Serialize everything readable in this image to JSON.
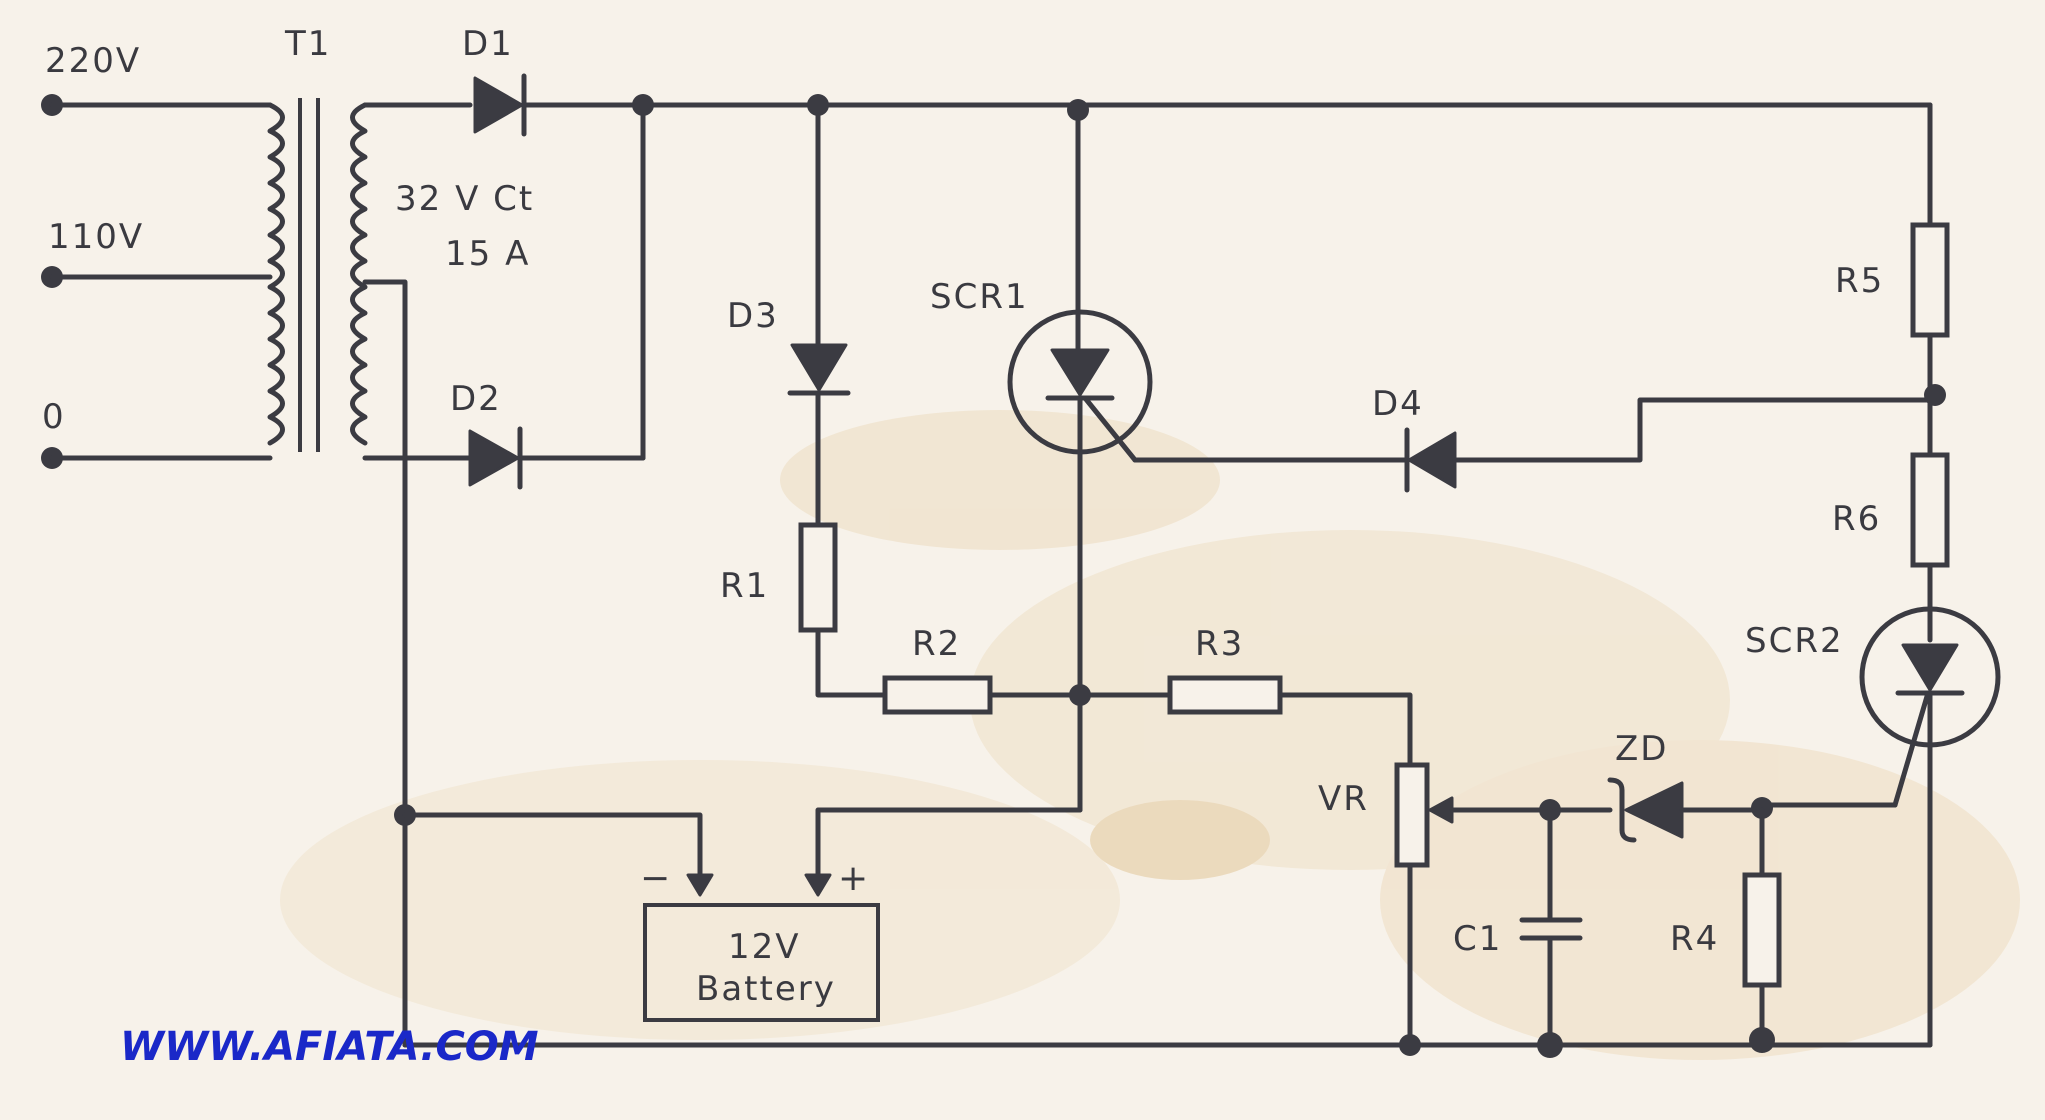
{
  "labels": {
    "v220": "220V",
    "v110": "110V",
    "v0": "0",
    "t1": "T1",
    "d1": "D1",
    "d2": "D2",
    "d3": "D3",
    "d4": "D4",
    "ct_line1": "32 V Ct",
    "ct_line2": "15 A",
    "scr1": "SCR1",
    "scr2": "SCR2",
    "r1": "R1",
    "r2": "R2",
    "r3": "R3",
    "r4": "R4",
    "r5": "R5",
    "r6": "R6",
    "vr": "VR",
    "zd": "ZD",
    "c1": "C1",
    "battery_line1": "12V",
    "battery_line2": "Battery",
    "minus": "−",
    "plus": "+"
  },
  "watermark": "WWW.AFIATA.COM",
  "colors": {
    "ink": "#3b3b42",
    "paper": "#f7f2ea",
    "stain": "#e8cfa6",
    "watermark": "#1a28c8"
  }
}
